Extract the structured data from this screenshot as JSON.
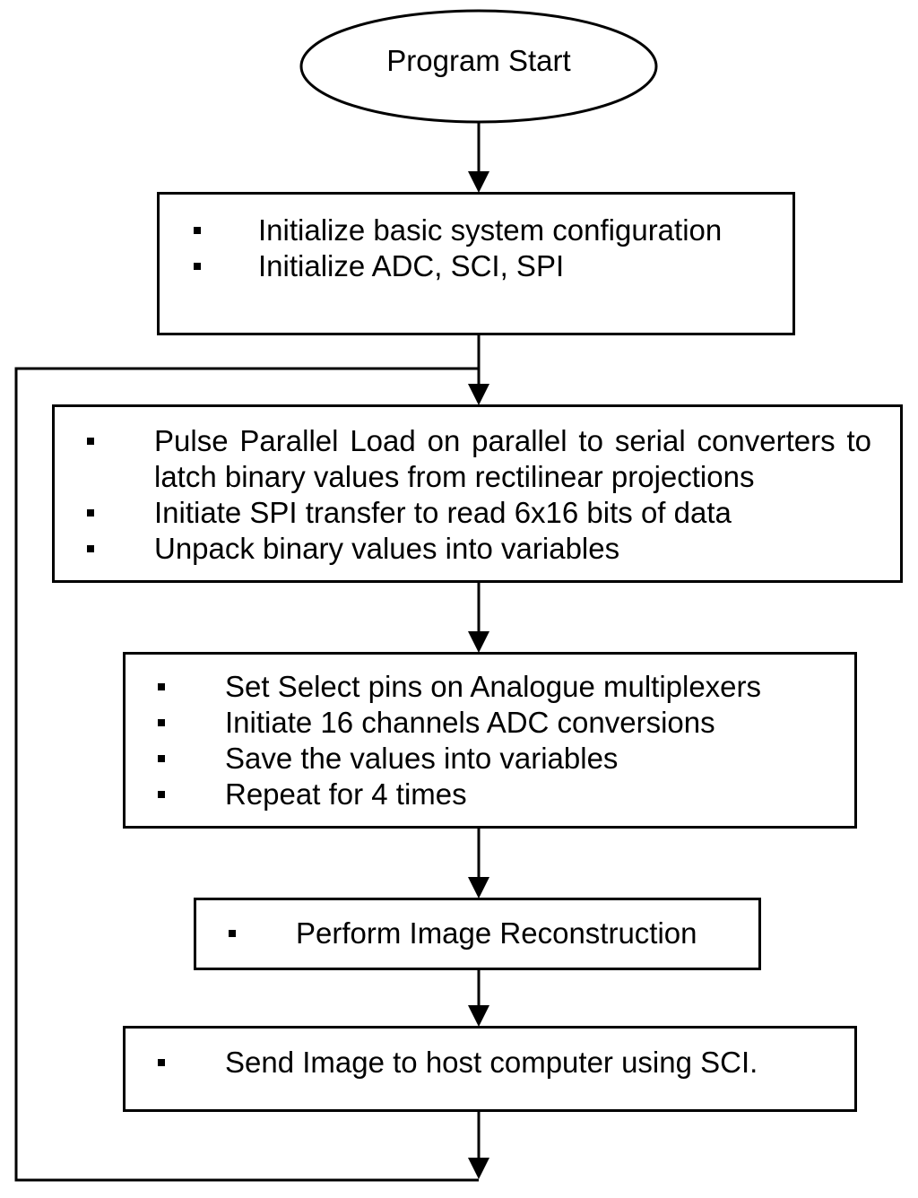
{
  "start": {
    "label": "Program Start"
  },
  "steps": [
    {
      "items": [
        "Initialize basic system configuration",
        "Initialize ADC, SCI, SPI"
      ]
    },
    {
      "items": [
        "Pulse Parallel Load on parallel to serial converters to latch binary values from rectilinear projections",
        "Initiate SPI transfer to read 6x16 bits of data",
        "Unpack binary values into variables"
      ]
    },
    {
      "items": [
        "Set Select pins on Analogue multiplexers",
        "Initiate 16 channels ADC conversions",
        "Save the values into variables",
        "Repeat for 4 times"
      ]
    },
    {
      "items": [
        "Perform Image Reconstruction"
      ]
    },
    {
      "items": [
        "Send Image to host computer using SCI."
      ]
    }
  ]
}
